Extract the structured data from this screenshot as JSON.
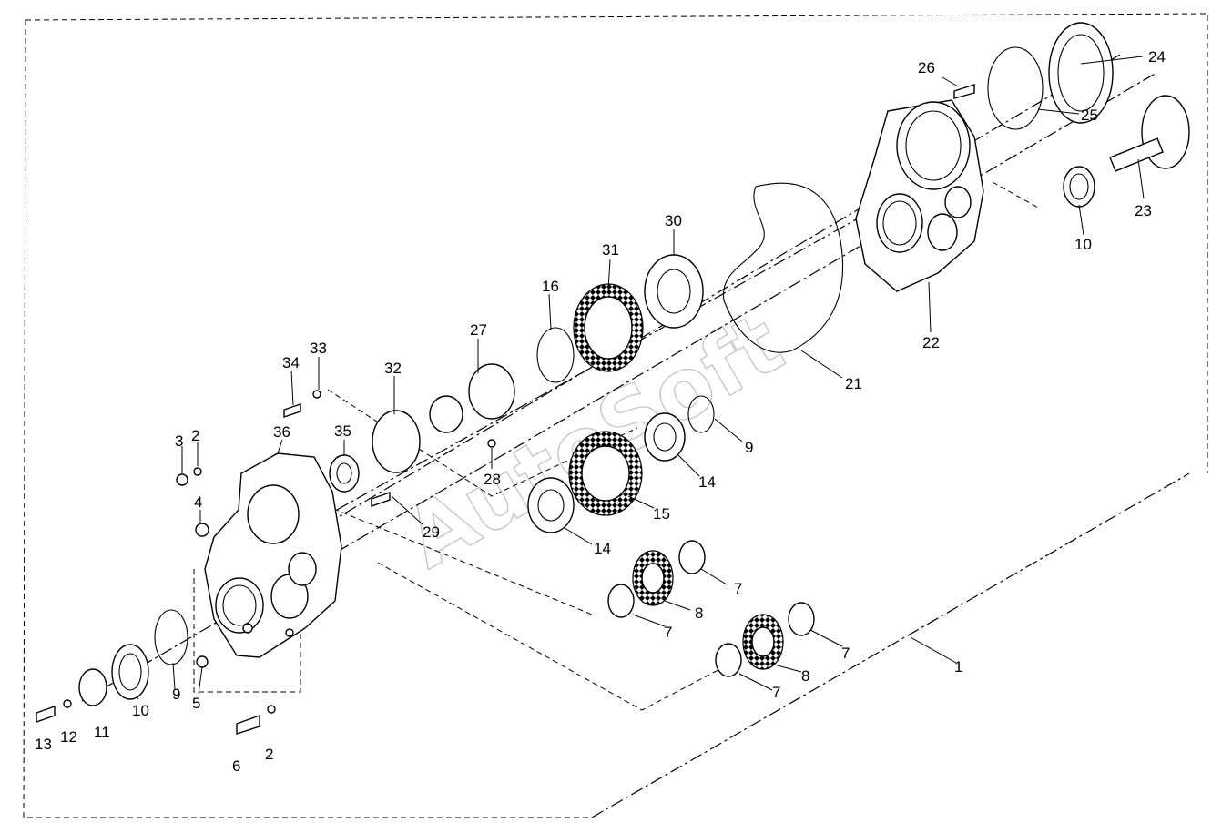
{
  "watermark": "AutoSoft",
  "callouts": {
    "c1": "1",
    "c2a": "2",
    "c2b": "2",
    "c3": "3",
    "c4": "4",
    "c5": "5",
    "c6": "6",
    "c7a": "7",
    "c7b": "7",
    "c7c": "7",
    "c7d": "7",
    "c8a": "8",
    "c8b": "8",
    "c9a": "9",
    "c9b": "9",
    "c10a": "10",
    "c10b": "10",
    "c11": "11",
    "c12": "12",
    "c13": "13",
    "c14a": "14",
    "c14b": "14",
    "c15": "15",
    "c16": "16",
    "c21": "21",
    "c22": "22",
    "c23": "23",
    "c24": "24",
    "c25": "25",
    "c26": "26",
    "c27": "27",
    "c28": "28",
    "c29": "29",
    "c30": "30",
    "c31": "31",
    "c32": "32",
    "c33": "33",
    "c34": "34",
    "c35": "35",
    "c36": "36"
  }
}
